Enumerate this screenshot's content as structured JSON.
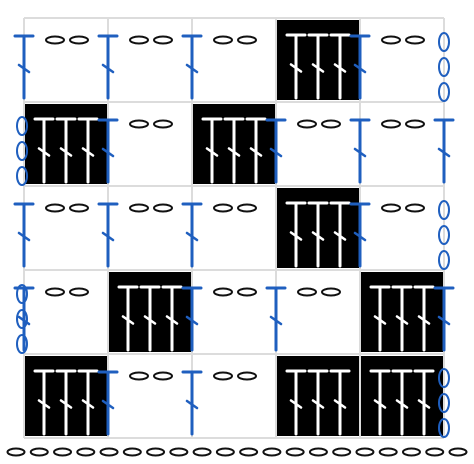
{
  "diagram": {
    "type": "crochet-filet-chart",
    "rows": 5,
    "cols": 5,
    "grid": [
      [
        0,
        0,
        0,
        1,
        0
      ],
      [
        1,
        0,
        1,
        0,
        0
      ],
      [
        0,
        0,
        0,
        1,
        0
      ],
      [
        0,
        1,
        0,
        0,
        1
      ],
      [
        1,
        0,
        0,
        1,
        1
      ]
    ],
    "foundation_chain_count": 20,
    "colors": {
      "background": "#ffffff",
      "grid_line": "#dcdcdc",
      "filled_block": "#000000",
      "open_stitch": "#1f5fbf",
      "filled_stitch": "#ffffff",
      "chain": "#111111"
    },
    "symbols": {
      "open_mesh_post": "treble-crochet",
      "open_mesh_chain": "chain-2",
      "filled_block": "three-treble-crochet-block",
      "turning_chain": "chain-3-vertical",
      "foundation": "foundation-chain"
    }
  }
}
